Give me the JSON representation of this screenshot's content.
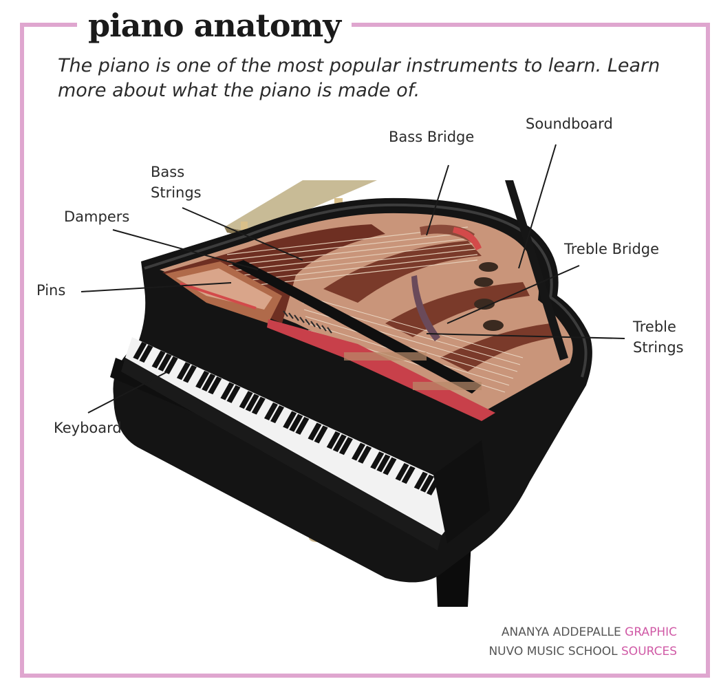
{
  "title": "piano anatomy",
  "subtitle": "The piano is one of the most popular instruments to learn. Learn more about what the piano is made of.",
  "labels": {
    "bass_bridge": "Bass Bridge",
    "soundboard": "Soundboard",
    "bass_strings_line1": "Bass",
    "bass_strings_line2": "Strings",
    "dampers": "Dampers",
    "treble_bridge": "Treble Bridge",
    "pins": "Pins",
    "treble_strings_line1": "Treble",
    "treble_strings_line2": "Strings",
    "keyboard": "Keyboard"
  },
  "credits": {
    "author": "ANANYA ADDEPALLE",
    "author_role": "GRAPHIC",
    "source": "NUVO MUSIC SCHOOL",
    "source_role": "SOURCES"
  },
  "colors": {
    "frame": "#dfa6cf",
    "accent_text": "#d05aa6",
    "piano_body": "#141414",
    "soundboard": "#c9957a",
    "frame_iron": "#7a3a2a"
  }
}
